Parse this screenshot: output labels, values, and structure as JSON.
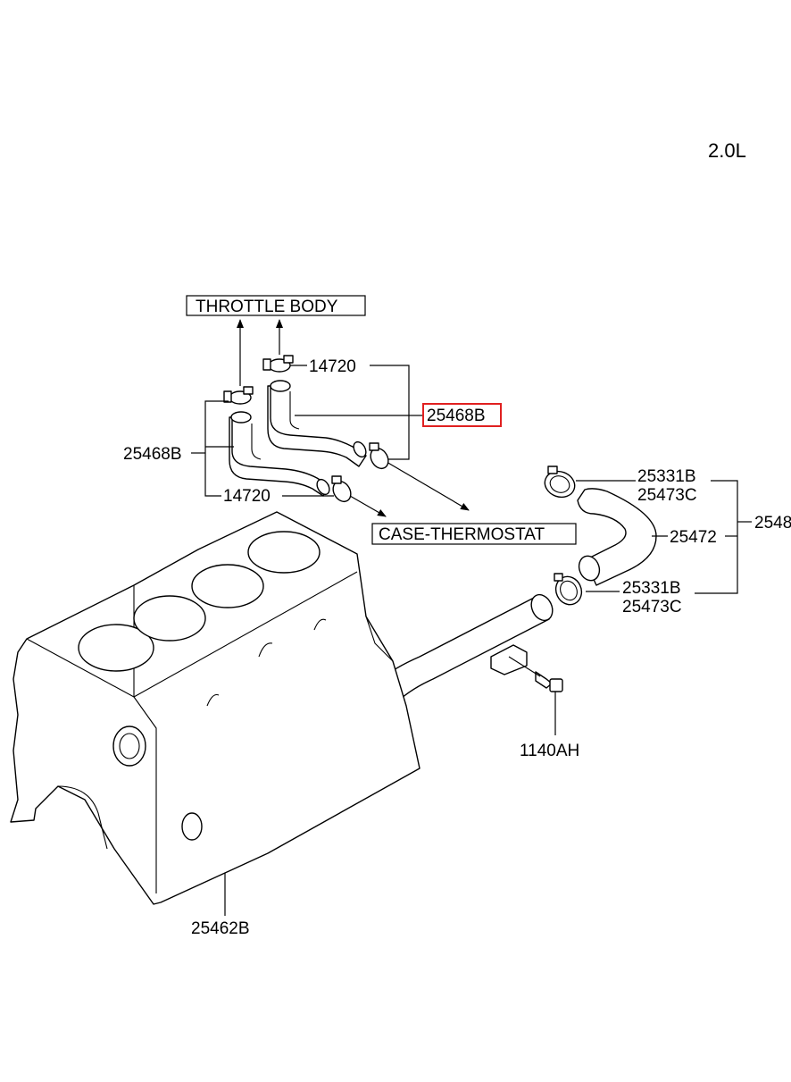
{
  "engine_label": "2.0L",
  "boxes": {
    "throttle_body": "THROTTLE BODY",
    "case_thermostat": "CASE-THERMOSTAT"
  },
  "callouts": {
    "clamp_upper": "14720",
    "clamp_lower": "14720",
    "hose_highlighted": "25468B",
    "hose_left": "25468B",
    "clamp_right_top_a": "25331B",
    "clamp_right_top_b": "25473C",
    "hose_right": "25472",
    "group_right": "2548",
    "clamp_right_bottom_a": "25331B",
    "clamp_right_bottom_b": "25473C",
    "bolt": "1140AH",
    "pipe": "25462B"
  },
  "highlight_color": "#e02020"
}
